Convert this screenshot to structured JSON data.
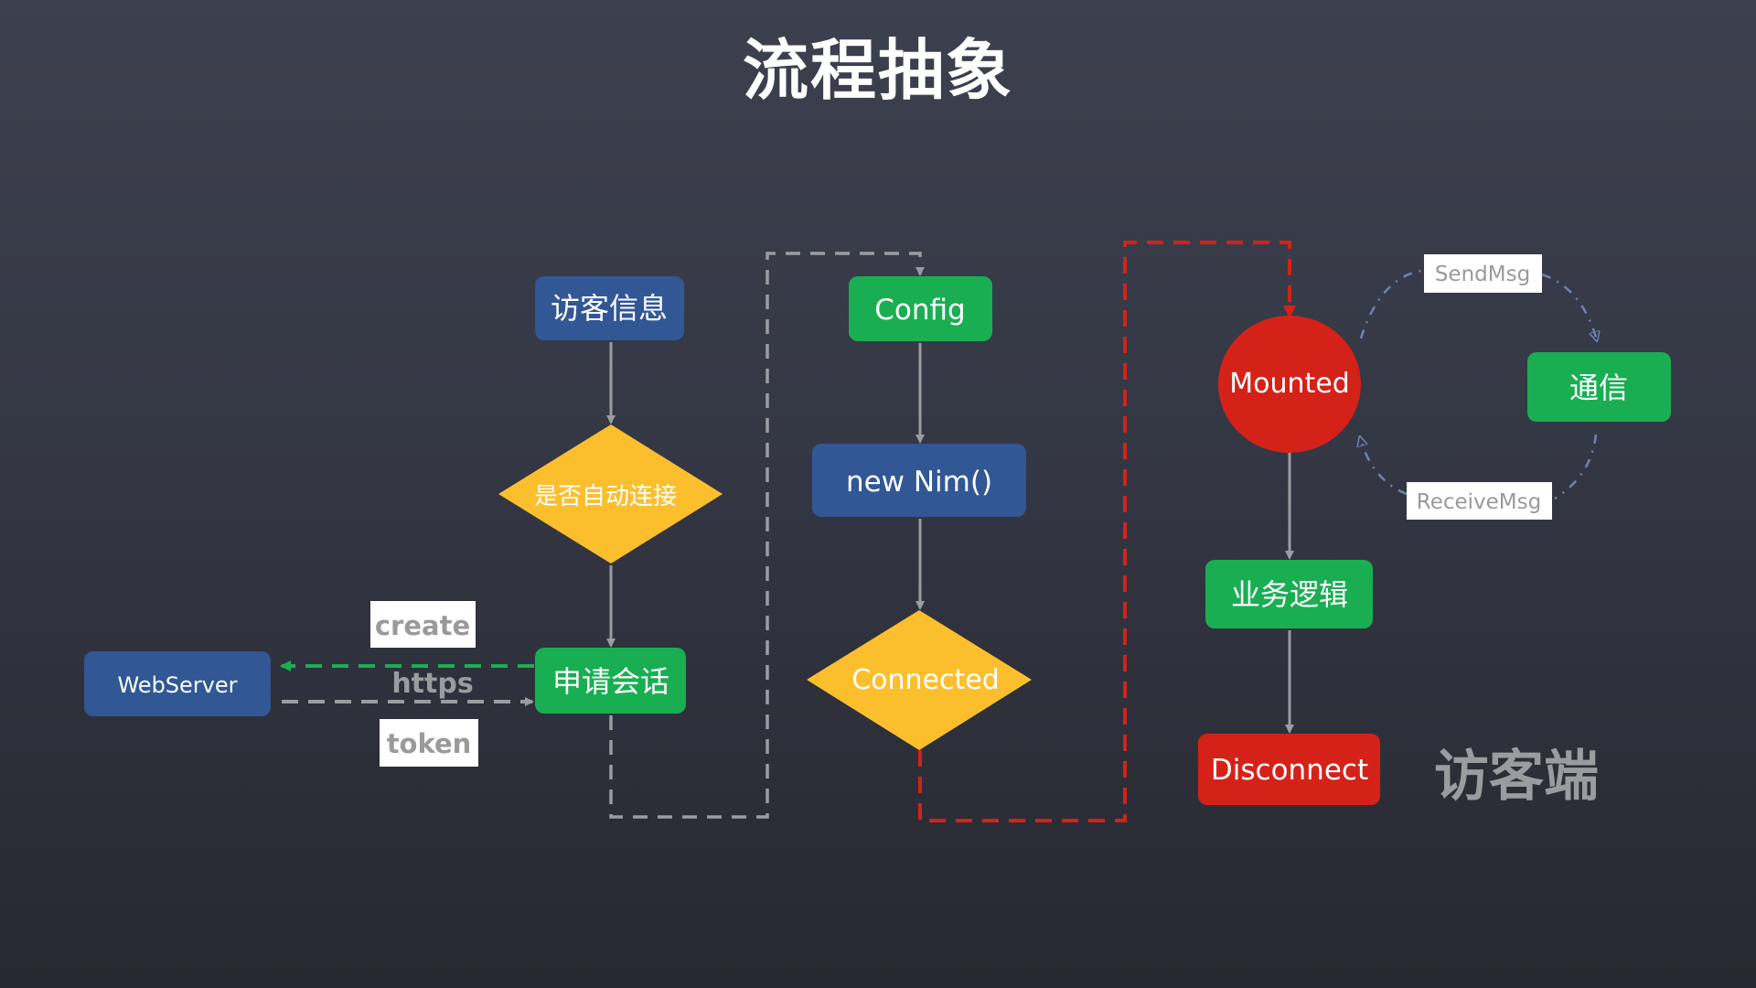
{
  "title": "流程抽象",
  "side_label": "访客端",
  "colors": {
    "blue": "#315795",
    "green": "#1aae53",
    "yellow": "#fbbf2e",
    "red": "#d52218",
    "gray_line": "#9b9ca0",
    "green_dash": "#1aae53",
    "red_dash": "#d52218",
    "loop_dash": "#6d84b0"
  },
  "nodes": {
    "visitor_info": "访客信息",
    "auto_connect": "是否自动连接",
    "apply_session": "申请会话",
    "webserver": "WebServer",
    "config": "Config",
    "new_nim": "new Nim()",
    "connected": "Connected",
    "mounted": "Mounted",
    "communication": "通信",
    "business_logic": "业务逻辑",
    "disconnect": "Disconnect"
  },
  "edge_labels": {
    "create": "create",
    "https": "https",
    "token": "token",
    "send_msg": "SendMsg",
    "receive_msg": "ReceiveMsg"
  }
}
